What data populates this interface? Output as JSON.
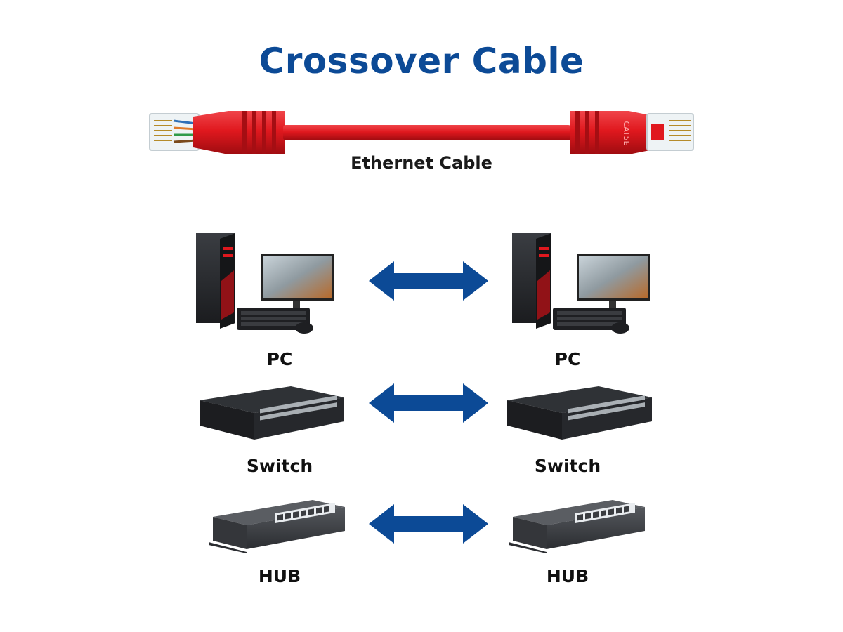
{
  "title": "Crossover Cable",
  "cable": {
    "label": "Ethernet Cable",
    "jacket_text": "CAT5E",
    "color": "#e0181e"
  },
  "arrow_color": "#0c4a96",
  "rows": [
    {
      "left_label": "PC",
      "right_label": "PC",
      "device": "pc-icon"
    },
    {
      "left_label": "Switch",
      "right_label": "Switch",
      "device": "switch-icon"
    },
    {
      "left_label": "HUB",
      "right_label": "HUB",
      "device": "hub-icon"
    }
  ]
}
